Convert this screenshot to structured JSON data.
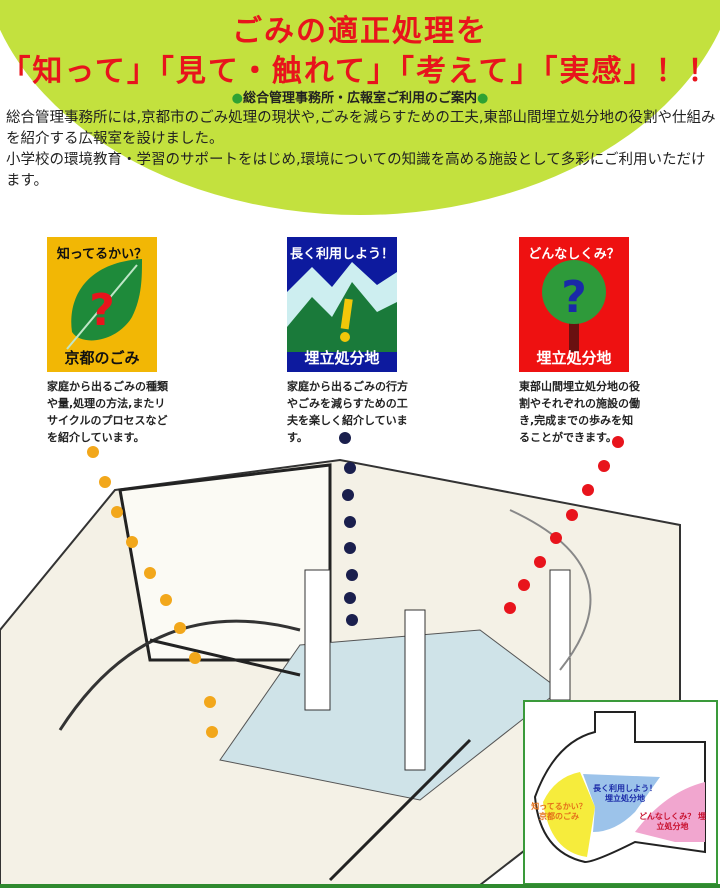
{
  "header": {
    "title_line1": "ごみの適正処理を",
    "title_line2": "「知って」「見て・触れて」「考えて」「実感」！！",
    "subtitle_dot": "●",
    "subtitle": "総合管理事務所・広報室ご利用のご案内"
  },
  "intro": {
    "paragraph1": "総合管理事務所には,京都市のごみ処理の現状や,ごみを減らすための工夫,東部山間埋立処分地の役割や仕組みを紹介する広報室を設けました。",
    "paragraph2": "小学校の環境教育・学習のサポートをはじめ,環境についての知識を高める施設として多彩にご利用いただけます。"
  },
  "panels": [
    {
      "heading": "知ってるかい？",
      "footer": "京都のごみ",
      "color": "#f2b705",
      "description": "家庭から出るごみの種類や量,処理の方法,またリサイクルのプロセスなどを紹介しています。"
    },
    {
      "heading": "長く利用しよう！",
      "footer": "埋立処分地",
      "color": "#0d1a9e",
      "description": "家庭から出るごみの行方やごみを減らすための工夫を楽しく紹介しています。"
    },
    {
      "heading": "どんなしくみ？",
      "footer": "埋立処分地",
      "color": "#ee1111",
      "description": "東部山間埋立処分地の役割やそれぞれの施設の働き,完成までの歩みを知ることができます。"
    }
  ],
  "floor_map": {
    "zone1": "知ってるかい？ 京都のごみ",
    "zone2": "長く利用しよう！ 埋立処分地",
    "zone3": "どんなしくみ？ 埋立処分地"
  }
}
